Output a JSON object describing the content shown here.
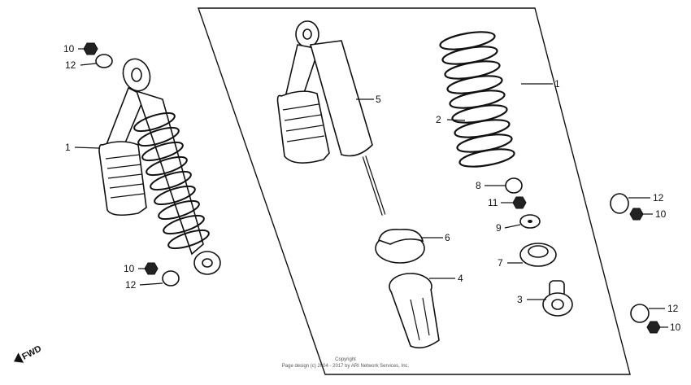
{
  "labels": {
    "l_1a": "1",
    "l_1b": "1",
    "l_2": "2",
    "l_3": "3",
    "l_4": "4",
    "l_5": "5",
    "l_6": "6",
    "l_7": "7",
    "l_8": "8",
    "l_9": "9",
    "l_10a": "10",
    "l_10b": "10",
    "l_10c": "10",
    "l_10d": "10",
    "l_11": "11",
    "l_12a": "12",
    "l_12b": "12",
    "l_12c": "12",
    "l_12d": "12"
  },
  "fwd": "FWD",
  "copyright": {
    "line1": "Copyright",
    "line2": "Page design (c) 2004 - 2017 by ARI Network Services, Inc."
  }
}
